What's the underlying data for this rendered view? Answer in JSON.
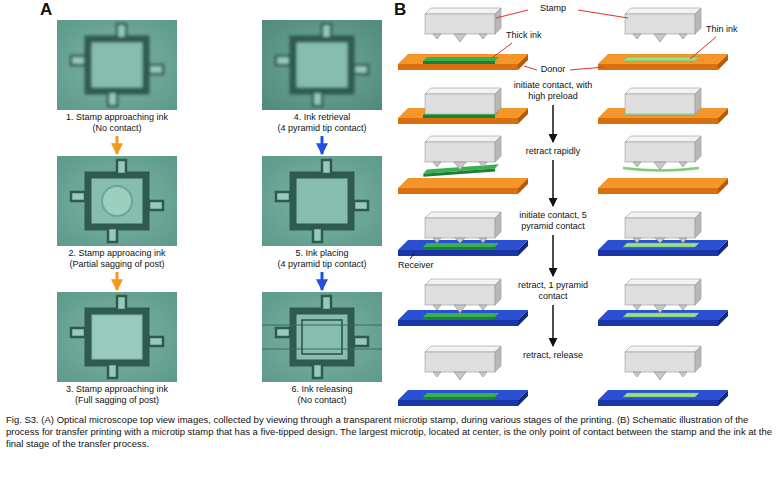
{
  "diagram": {
    "caption": "Fig. S3. (A) Optical microscope top view images, collected by viewing through a transparent microtip stamp, during various stages of the printing. (B) Schematic illustration of the process for transfer printing with a microtip stamp that has a five-tipped design. The largest microtip, located at center, is the only point of contact between the stamp and the ink at the final stage of the transfer process.",
    "nodes": [
      {
        "text": [
          "1. Stamp approaching ink",
          "(No contact)"
        ]
      },
      {
        "text": [
          "2. Stamp approacing ink",
          "(Partial sagging of post)"
        ]
      },
      {
        "text": [
          "3. Stamp approaching ink",
          "(Full sagging of post)"
        ]
      },
      {
        "text": [
          "4. Ink retrieval",
          "(4 pyramid tip contact)"
        ]
      },
      {
        "text": [
          "5. Ink placing",
          "(4 pyramid tip contact)"
        ]
      },
      {
        "text": [
          "6. Ink releasing",
          "(No contact)"
        ]
      }
    ],
    "edges": [
      {
        "from": 0,
        "to": 1,
        "arrow": "to"
      },
      {
        "from": 1,
        "to": 2,
        "arrow": "to"
      },
      {
        "from": 3,
        "to": 4,
        "arrow": "to"
      },
      {
        "from": 4,
        "to": 5,
        "arrow": "to"
      }
    ],
    "labels": [
      "A",
      "B",
      "Stamp",
      "Thick ink",
      "Thin ink",
      "Donor",
      "initiate contact, with high preload",
      "retract rapidly",
      "initiate contact, 5 pyramid contact",
      "Receiver",
      "retract, 1 pyramid contact",
      "retract, release"
    ]
  }
}
